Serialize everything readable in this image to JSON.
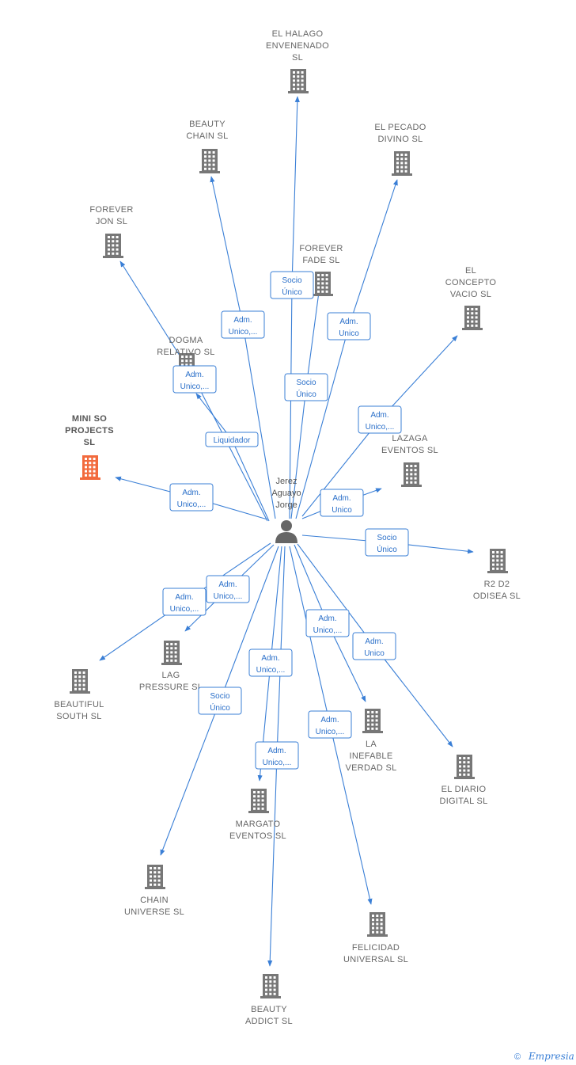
{
  "colors": {
    "edge": "#3a7fd6",
    "building": "#777777",
    "building_highlight": "#f26a3d",
    "person": "#666666",
    "label": "#666666"
  },
  "person": {
    "label": [
      "Jerez",
      "Aguayo",
      "Jorge"
    ],
    "icon": "person-icon"
  },
  "companies": [
    {
      "id": "el-halago",
      "lines": [
        "EL HALAGO",
        "ENVENENADO",
        "SL"
      ]
    },
    {
      "id": "beauty-chain",
      "lines": [
        "BEAUTY",
        "CHAIN  SL"
      ]
    },
    {
      "id": "el-pecado",
      "lines": [
        "EL PECADO",
        "DIVINO  SL"
      ]
    },
    {
      "id": "forever-jon",
      "lines": [
        "FOREVER",
        "JON  SL"
      ]
    },
    {
      "id": "forever-fade",
      "lines": [
        "FOREVER",
        "FADE  SL"
      ]
    },
    {
      "id": "el-concepto",
      "lines": [
        "EL",
        "CONCEPTO",
        "VACIO  SL"
      ]
    },
    {
      "id": "dogma",
      "lines": [
        "DOGMA",
        "RELATIVO  SL"
      ]
    },
    {
      "id": "mini-so",
      "lines": [
        "MINI SO",
        "PROJECTS",
        "SL"
      ],
      "highlight": true
    },
    {
      "id": "lazaga",
      "lines": [
        "LAZAGA",
        "EVENTOS  SL"
      ]
    },
    {
      "id": "r2d2",
      "lines": [
        "R2 D2",
        "ODISEA  SL"
      ]
    },
    {
      "id": "lag",
      "lines": [
        "LAG",
        "PRESSURE  SL"
      ]
    },
    {
      "id": "beautiful-south",
      "lines": [
        "BEAUTIFUL",
        "SOUTH  SL"
      ]
    },
    {
      "id": "la-inefable",
      "lines": [
        "LA",
        "INEFABLE",
        "VERDAD  SL"
      ]
    },
    {
      "id": "el-diario",
      "lines": [
        "EL DIARIO",
        "DIGITAL  SL"
      ]
    },
    {
      "id": "margato",
      "lines": [
        "MARGATO",
        "EVENTOS  SL"
      ]
    },
    {
      "id": "chain-universe",
      "lines": [
        "CHAIN",
        "UNIVERSE  SL"
      ]
    },
    {
      "id": "felicidad",
      "lines": [
        "FELICIDAD",
        "UNIVERSAL  SL"
      ]
    },
    {
      "id": "beauty-addict",
      "lines": [
        "BEAUTY",
        "ADDICT  SL"
      ]
    }
  ],
  "relations": [
    {
      "target": "el-halago",
      "lines": [
        "Socio",
        "Único"
      ]
    },
    {
      "target": "beauty-chain",
      "lines": [
        "Adm.",
        "Unico,..."
      ]
    },
    {
      "target": "el-pecado",
      "lines": [
        "Adm.",
        "Unico"
      ]
    },
    {
      "target": "forever-jon",
      "lines": [
        "Adm.",
        "Unico,..."
      ]
    },
    {
      "target": "forever-fade",
      "lines": [
        "Socio",
        "Único"
      ]
    },
    {
      "target": "dogma",
      "lines": [
        "Liquidador"
      ]
    },
    {
      "target": "el-concepto",
      "lines": [
        "Adm.",
        "Unico,..."
      ]
    },
    {
      "target": "mini-so",
      "lines": [
        "Adm.",
        "Unico,..."
      ]
    },
    {
      "target": "lazaga",
      "lines": [
        "Adm.",
        "Unico"
      ]
    },
    {
      "target": "r2d2",
      "lines": [
        "Socio",
        "Único"
      ]
    },
    {
      "target": "lag",
      "lines": [
        "Adm.",
        "Unico,..."
      ]
    },
    {
      "target": "beautiful-south",
      "lines": [
        "Adm.",
        "Unico,..."
      ]
    },
    {
      "target": "la-inefable",
      "lines": [
        "Adm.",
        "Unico,..."
      ]
    },
    {
      "target": "el-diario",
      "lines": [
        "Adm.",
        "Unico"
      ]
    },
    {
      "target": "margato",
      "lines": [
        "Adm.",
        "Unico,..."
      ]
    },
    {
      "target": "chain-universe",
      "lines": [
        "Socio",
        "Único"
      ]
    },
    {
      "target": "felicidad",
      "lines": [
        "Adm.",
        "Unico,..."
      ]
    },
    {
      "target": "beauty-addict",
      "lines": [
        "Adm.",
        "Unico,..."
      ]
    }
  ],
  "footer": {
    "copyright": "©",
    "brand": "Empresia"
  }
}
